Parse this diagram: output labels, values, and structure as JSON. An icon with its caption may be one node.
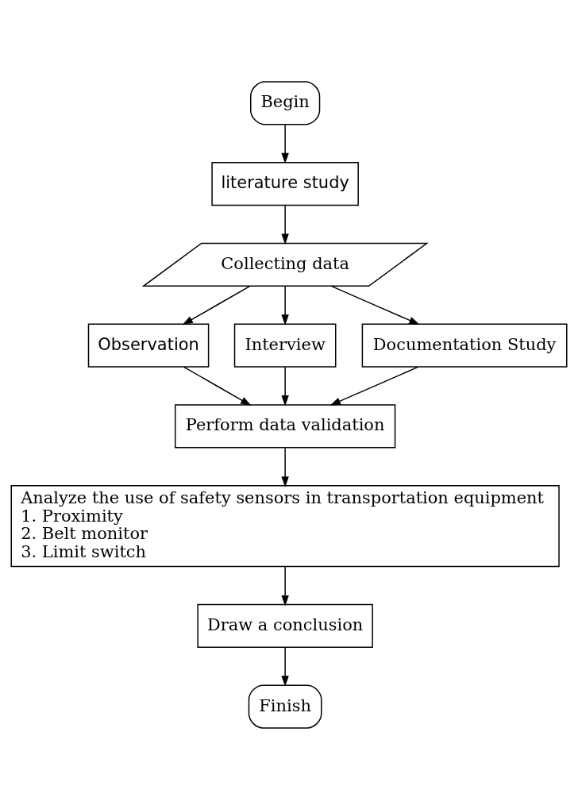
{
  "diagram": {
    "nodes": [
      {
        "text": [
          "Begin"
        ]
      },
      {
        "text": [
          "literature study"
        ]
      },
      {
        "text": [
          "Collecting data"
        ]
      },
      {
        "text": [
          "Observation"
        ]
      },
      {
        "text": [
          "Interview"
        ]
      },
      {
        "text": [
          "Documentation Study"
        ]
      },
      {
        "text": [
          "Perform data validation"
        ]
      },
      {
        "text": [
          "Analyze the use of safety sensors in transportation equipment",
          "1. Proximity",
          "2. Belt monitor",
          "3. Limit switch"
        ]
      },
      {
        "text": [
          "Draw a conclusion"
        ]
      },
      {
        "text": [
          "Finish"
        ]
      }
    ],
    "edges": [
      {
        "from": 0,
        "to": 1,
        "arrow": "to"
      },
      {
        "from": 1,
        "to": 2,
        "arrow": "to"
      },
      {
        "from": 2,
        "to": 3,
        "arrow": "to"
      },
      {
        "from": 2,
        "to": 4,
        "arrow": "to"
      },
      {
        "from": 2,
        "to": 5,
        "arrow": "to"
      },
      {
        "from": 3,
        "to": 6,
        "arrow": "to"
      },
      {
        "from": 4,
        "to": 6,
        "arrow": "to"
      },
      {
        "from": 5,
        "to": 6,
        "arrow": "to"
      },
      {
        "from": 6,
        "to": 7,
        "arrow": "to"
      },
      {
        "from": 7,
        "to": 8,
        "arrow": "to"
      },
      {
        "from": 8,
        "to": 9,
        "arrow": "to"
      }
    ]
  }
}
